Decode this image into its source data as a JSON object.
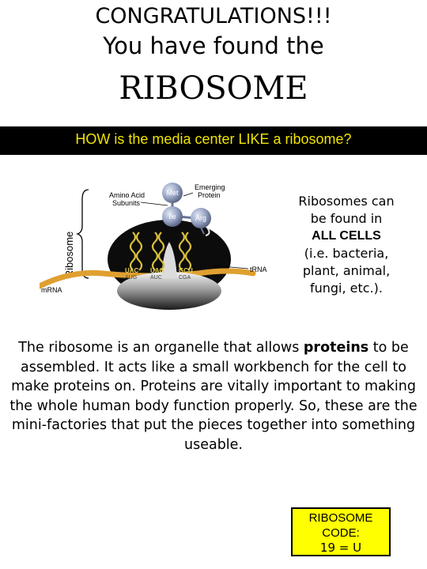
{
  "header": {
    "line1": "CONGRATULATIONS!!!",
    "line2": "You have found the",
    "line3": "RIBOSOME"
  },
  "banner": {
    "question": "HOW is the media center LIKE a ribosome?"
  },
  "diagram": {
    "side_label": "Ribosome",
    "amino_label_1": "Amino Acid",
    "amino_label_2": "Subunits",
    "emerging_1": "Emerging",
    "emerging_2": "Protein",
    "met": "Met",
    "ile": "Ile",
    "arg": "Arg",
    "anticodons": [
      "UAC",
      "UAG",
      "GCU"
    ],
    "codons": [
      "AUG",
      "AUC",
      "CGA"
    ],
    "trna": "tRNA",
    "mrna": "mRNA"
  },
  "side": {
    "line1": "Ribosomes can be found in",
    "emphasis": "ALL CELLS",
    "line2": "(i.e. bacteria, plant, animal, fungi, etc.)."
  },
  "paragraph": {
    "before": "The ribosome is an organelle that allows ",
    "bold": "proteins",
    "after": " to be assembled.  It acts like a small workbench for the cell to make proteins on.  Proteins are vitally important to making the whole human body function properly.  So, these are the mini-factories that put the pieces together into something useable."
  },
  "code_box": {
    "heading": "RIBOSOME CODE:",
    "value": "19 = U"
  },
  "colors": {
    "banner_bg": "#000000",
    "banner_text": "#f0e400",
    "code_bg": "#ffff00"
  }
}
